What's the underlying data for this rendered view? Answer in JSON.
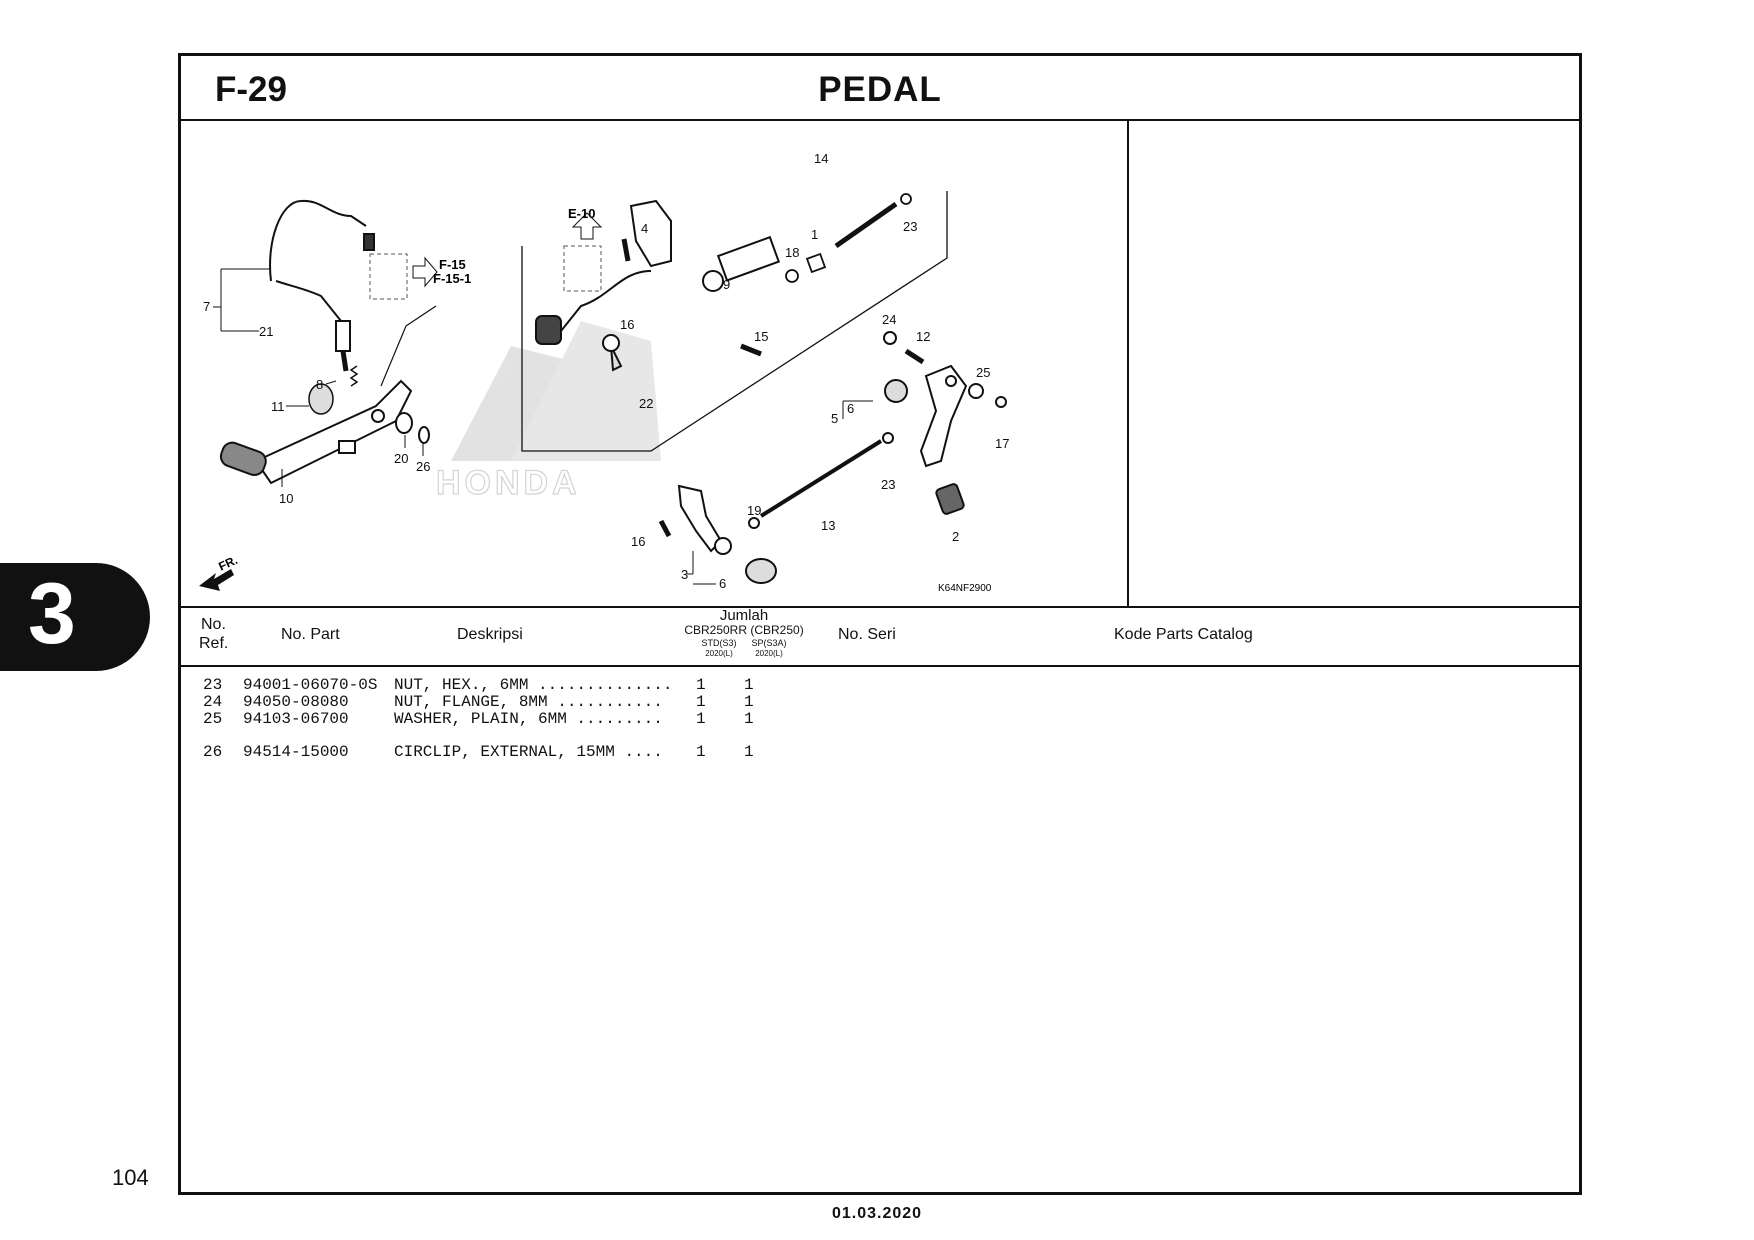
{
  "figure": {
    "code": "F-29",
    "title": "PEDAL"
  },
  "diagram": {
    "code": "K64NF2900",
    "front_label": "FR.",
    "ref_e": "E-10",
    "ref_f1": "F-15",
    "ref_f2": "F-15-1",
    "brand_watermark": "HONDA",
    "callouts": [
      "1",
      "2",
      "3",
      "4",
      "5",
      "6",
      "7",
      "8",
      "9",
      "10",
      "11",
      "12",
      "13",
      "14",
      "15",
      "16",
      "17",
      "18",
      "19",
      "20",
      "21",
      "22",
      "23",
      "24",
      "25",
      "26"
    ]
  },
  "table": {
    "headers": {
      "no_ref_1": "No.",
      "no_ref_2": "Ref.",
      "no_part": "No. Part",
      "deskripsi": "Deskripsi",
      "jumlah": "Jumlah",
      "model": "CBR250RR (CBR250)",
      "std": "STD(S3)",
      "sp": "SP(S3A)",
      "year_std": "2020(L)",
      "year_sp": "2020(L)",
      "no_seri": "No. Seri",
      "kode": "Kode Parts Catalog"
    },
    "rows": [
      {
        "ref": "23",
        "part": "94001-06070-0S",
        "desc": "NUT, HEX., 6MM ..............",
        "std": "1",
        "sp": "1"
      },
      {
        "ref": "24",
        "part": "94050-08080",
        "desc": "NUT, FLANGE, 8MM ...........",
        "std": "1",
        "sp": "1"
      },
      {
        "ref": "25",
        "part": "94103-06700",
        "desc": "WASHER, PLAIN, 6MM .........",
        "std": "1",
        "sp": "1"
      },
      {
        "ref": "26",
        "part": "94514-15000",
        "desc": "CIRCLIP, EXTERNAL, 15MM ....",
        "std": "1",
        "sp": "1"
      }
    ]
  },
  "section_tab": "3",
  "page_number": "104",
  "date": "01.03.2020"
}
